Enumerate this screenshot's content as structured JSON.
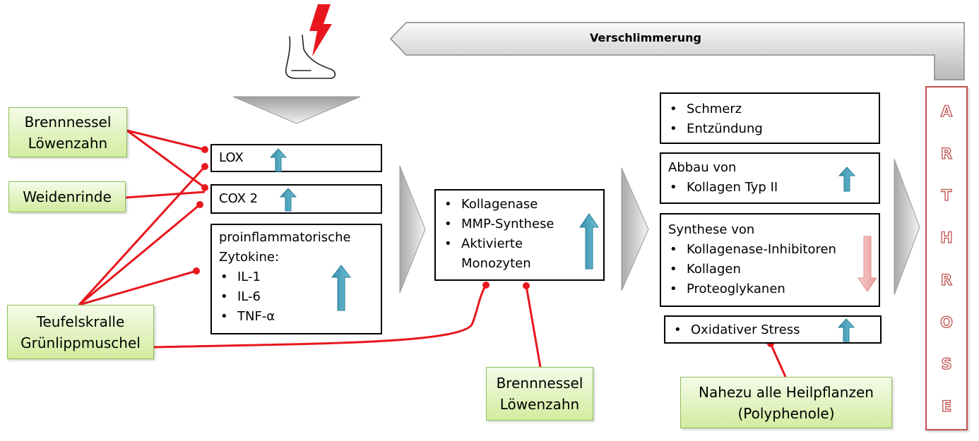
{
  "worsening_label": "Verschlimmerung",
  "arthrose_letters": [
    "A",
    "R",
    "T",
    "H",
    "R",
    "O",
    "S",
    "E"
  ],
  "colors": {
    "connector": "#e8171e",
    "plant_fill": "#d7eea6",
    "arrow_up": "#4ba3bf",
    "arrow_down": "#f2b8b8",
    "arthrose_border": "#c0504d"
  },
  "icons": {
    "foot": "foot-icon",
    "lightning": "lightning-icon"
  },
  "mediators": {
    "lox": "LOX",
    "cox2": "COX 2",
    "cytokines_title_1": "proinflammatorische",
    "cytokines_title_2": "Zytokine:",
    "cytokines": [
      "IL-1",
      "IL-6",
      "TNF-α"
    ]
  },
  "middle_items": [
    "Kollagenase",
    "MMP-Synthese",
    "Aktivierte",
    "Monozyten"
  ],
  "symptoms": [
    "Schmerz",
    "Entzündung"
  ],
  "breakdown": {
    "title": "Abbau von",
    "item": "Kollagen Typ II"
  },
  "synthesis": {
    "title": "Synthese von",
    "items": [
      "Kollagenase-Inhibitoren",
      "Kollagen",
      "Proteoglykanen"
    ]
  },
  "oxidative": "Oxidativer Stress",
  "plants": {
    "brennnessel_top": [
      "Brennnessel",
      "Löwenzahn"
    ],
    "weidenrinde": "Weidenrinde",
    "teufelskralle": [
      "Teufelskralle",
      "Grünlippmuschel"
    ],
    "brennnessel_bottom": [
      "Brennnessel",
      "Löwenzahn"
    ],
    "polyphenole": [
      "Nahezu alle Heilpflanzen",
      "(Polyphenole)"
    ]
  }
}
